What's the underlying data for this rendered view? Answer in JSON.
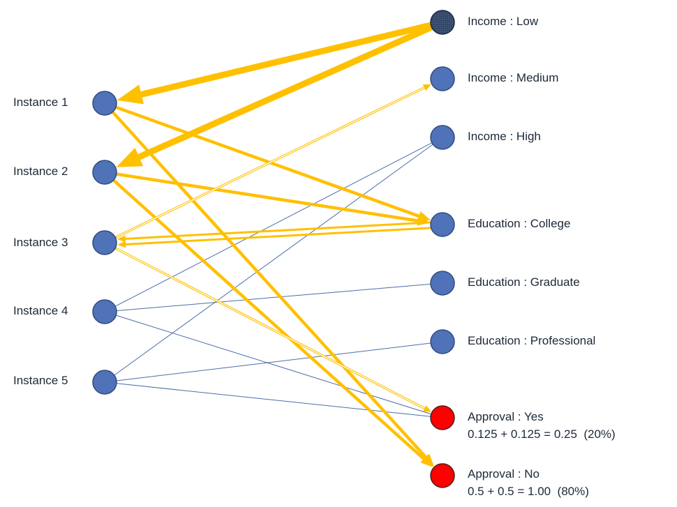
{
  "instances": [
    {
      "label": "Instance 1",
      "fill": "#4F72B8"
    },
    {
      "label": "Instance 2",
      "fill": "#4F72B8"
    },
    {
      "label": "Instance 3",
      "fill": "#4F72B8"
    },
    {
      "label": "Instance 4",
      "fill": "#4F72B8"
    },
    {
      "label": "Instance 5",
      "fill": "#4F72B8"
    }
  ],
  "attributes": [
    {
      "label": "Income : Low",
      "fill": "#34496A"
    },
    {
      "label": "Income : Medium",
      "fill": "#4F72B8"
    },
    {
      "label": "Income : High",
      "fill": "#4F72B8"
    },
    {
      "label": "Education : College",
      "fill": "#4F72B8"
    },
    {
      "label": "Education : Graduate",
      "fill": "#4F72B8"
    },
    {
      "label": "Education : Professional",
      "fill": "#4F72B8"
    },
    {
      "label": "Approval : Yes",
      "fill": "#FF0000",
      "score": "0.125 + 0.125 = 0.25  (20%)"
    },
    {
      "label": "Approval : No",
      "fill": "#FF0000",
      "score": "0.5 + 0.5 = 1.00  (80%)"
    }
  ],
  "edges": [
    {
      "instance": 0,
      "attribute": 0,
      "arrow": true,
      "toward_instance": true,
      "color": "#FFC000"
    },
    {
      "instance": 1,
      "attribute": 0,
      "arrow": true,
      "toward_instance": true,
      "color": "#FFC000"
    },
    {
      "instance": 0,
      "attribute": 3,
      "arrow": true,
      "toward_instance": false,
      "color": "#FFC000"
    },
    {
      "instance": 1,
      "attribute": 3,
      "arrow": true,
      "toward_instance": false,
      "color": "#FFC000"
    },
    {
      "instance": 2,
      "attribute": 3,
      "arrow": true,
      "toward_instance": true,
      "color": "#FFC000"
    },
    {
      "instance": 2,
      "attribute": 3,
      "arrow": true,
      "toward_instance": true,
      "color": "#FFC000"
    },
    {
      "instance": 0,
      "attribute": 7,
      "arrow": true,
      "toward_instance": false,
      "color": "#FFC000"
    },
    {
      "instance": 1,
      "attribute": 7,
      "arrow": true,
      "toward_instance": false,
      "color": "#FFC000"
    },
    {
      "instance": 2,
      "attribute": 1,
      "arrow": true,
      "toward_instance": false,
      "color": "#FFC000"
    },
    {
      "instance": 2,
      "attribute": 6,
      "arrow": true,
      "toward_instance": false,
      "color": "#FFC000"
    },
    {
      "instance": 3,
      "attribute": 2,
      "arrow": false,
      "color": "#4A6DA7"
    },
    {
      "instance": 3,
      "attribute": 4,
      "arrow": false,
      "color": "#4A6DA7"
    },
    {
      "instance": 3,
      "attribute": 6,
      "arrow": false,
      "color": "#4A6DA7"
    },
    {
      "instance": 4,
      "attribute": 2,
      "arrow": false,
      "color": "#4A6DA7"
    },
    {
      "instance": 4,
      "attribute": 5,
      "arrow": false,
      "color": "#4A6DA7"
    },
    {
      "instance": 4,
      "attribute": 6,
      "arrow": false,
      "color": "#4A6DA7"
    }
  ]
}
